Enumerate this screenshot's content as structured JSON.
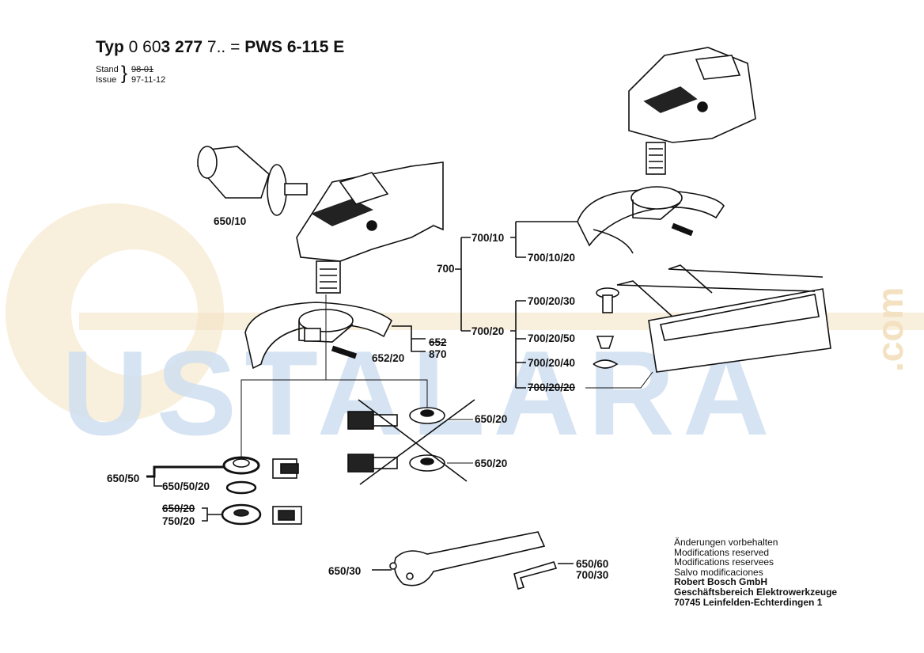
{
  "header": {
    "typ_prefix": "Typ",
    "part_number_plain": "0 60",
    "part_number_bold": "3 277",
    "part_number_suffix": "7.. =",
    "model": "PWS 6-115 E",
    "stand_label": "Stand",
    "stand_value": "98-01",
    "issue_label": "Issue",
    "issue_value": "97-11-12"
  },
  "watermark": {
    "text": "USTALARA",
    "suffix": ".com",
    "colors": {
      "blue": "#cfdff0",
      "orange": "#f3e1c1"
    }
  },
  "labels": {
    "l650_10": "650/10",
    "l652": "652",
    "l870": "870",
    "l652_20": "652/20",
    "l650_20_a": "650/20",
    "l650_20_b": "650/20",
    "l650_50": "650/50",
    "l650_50_20": "650/50/20",
    "l650_20_c": "650/20",
    "l750_20": "750/20",
    "l650_30": "650/30",
    "l650_60": "650/60",
    "l700_30": "700/30",
    "l700": "700",
    "l700_10": "700/10",
    "l700_10_20": "700/10/20",
    "l700_20": "700/20",
    "l700_20_30": "700/20/30",
    "l700_20_50": "700/20/50",
    "l700_20_40": "700/20/40",
    "l700_20_20": "700/20/20"
  },
  "notes": {
    "line1": "Änderungen vorbehalten",
    "line2": "Modifications reserved",
    "line3": "Modifications reservees",
    "line4": "Salvo modificaciones",
    "company": "Robert Bosch GmbH",
    "division": "Geschäftsbereich Elektrowerkzeuge",
    "address": "70745 Leinfelden-Echterdingen 1"
  }
}
